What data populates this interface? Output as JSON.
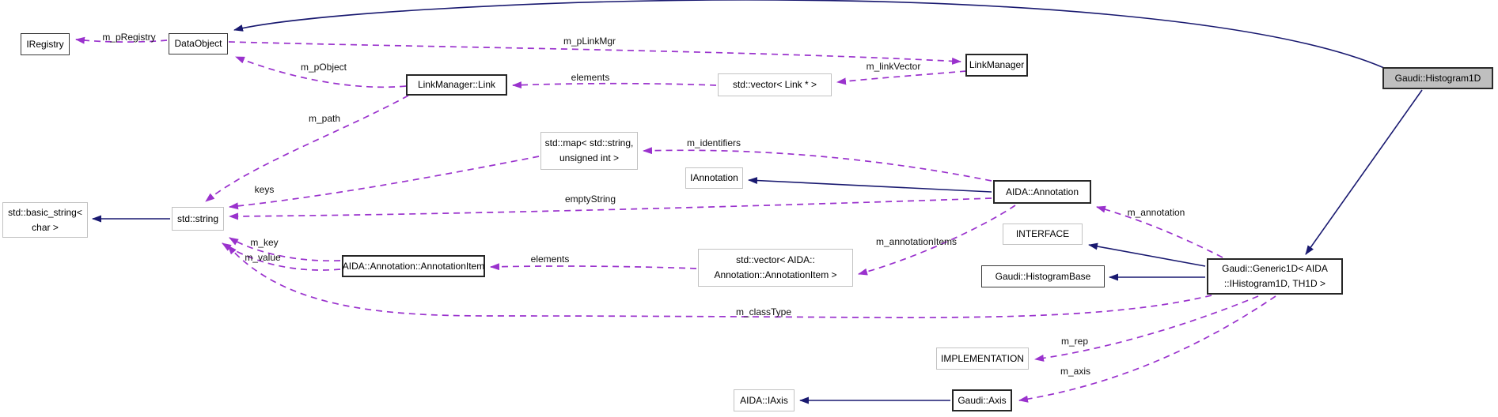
{
  "diagram": {
    "type": "class-collaboration-graph",
    "colors": {
      "usage_edge": "#9a32cd",
      "inheritance_edge": "#191970",
      "current_node_fill": "#bfbfbf",
      "node_background": "#ffffff",
      "text": "#000000"
    },
    "nodes": [
      {
        "id": "iregistry",
        "label": "IRegistry"
      },
      {
        "id": "dataobject",
        "label": "DataObject"
      },
      {
        "id": "linkmanager-link",
        "label": "LinkManager::Link"
      },
      {
        "id": "vector-link",
        "label": "std::vector< Link * >"
      },
      {
        "id": "linkmanager",
        "label": "LinkManager"
      },
      {
        "id": "histogram1d",
        "label": "Gaudi::Histogram1D"
      },
      {
        "id": "map-string-uint",
        "label": "std::map< std::string,\nunsigned int >"
      },
      {
        "id": "iannotation",
        "label": "IAnnotation"
      },
      {
        "id": "aida-annotation",
        "label": "AIDA::Annotation"
      },
      {
        "id": "interface",
        "label": "INTERFACE"
      },
      {
        "id": "histogrambase",
        "label": "Gaudi::HistogramBase"
      },
      {
        "id": "generic1d",
        "label": "Gaudi::Generic1D< AIDA\n::IHistogram1D, TH1D >"
      },
      {
        "id": "basic-string",
        "label": "std::basic_string<\nchar >"
      },
      {
        "id": "std-string",
        "label": "std::string"
      },
      {
        "id": "annotationitem",
        "label": "AIDA::Annotation::AnnotationItem"
      },
      {
        "id": "vector-annotationitem",
        "label": "std::vector< AIDA::\nAnnotation::AnnotationItem >"
      },
      {
        "id": "implementation",
        "label": "IMPLEMENTATION"
      },
      {
        "id": "aida-iaxis",
        "label": "AIDA::IAxis"
      },
      {
        "id": "gaudi-axis",
        "label": "Gaudi::Axis"
      }
    ],
    "edges": [
      {
        "label": "m_pRegistry",
        "type": "usage",
        "from": "DataObject",
        "to": "IRegistry"
      },
      {
        "label": "m_pLinkMgr",
        "type": "usage",
        "from": "DataObject",
        "to": "LinkManager"
      },
      {
        "label": "m_linkVector",
        "type": "usage",
        "from": "LinkManager",
        "to": "std::vector< Link * >"
      },
      {
        "label": "elements",
        "type": "usage",
        "from": "std::vector< Link * >",
        "to": "LinkManager::Link"
      },
      {
        "label": "m_pObject",
        "type": "usage",
        "from": "LinkManager::Link",
        "to": "DataObject"
      },
      {
        "label": "m_path",
        "type": "usage",
        "from": "LinkManager::Link",
        "to": "std::string"
      },
      {
        "label": "keys",
        "type": "usage",
        "from": "std::map< std::string, unsigned int >",
        "to": "std::string"
      },
      {
        "label": "m_identifiers",
        "type": "usage",
        "from": "AIDA::Annotation",
        "to": "std::map< std::string, unsigned int >"
      },
      {
        "label": "emptyString",
        "type": "usage",
        "from": "AIDA::Annotation",
        "to": "std::string"
      },
      {
        "label": "m_annotationItems",
        "type": "usage",
        "from": "AIDA::Annotation",
        "to": "std::vector< AIDA::Annotation::AnnotationItem >"
      },
      {
        "label": "m_annotation",
        "type": "usage",
        "from": "Gaudi::Generic1D< AIDA::IHistogram1D, TH1D >",
        "to": "AIDA::Annotation"
      },
      {
        "label": "elements",
        "type": "usage",
        "from": "std::vector< AIDA::Annotation::AnnotationItem >",
        "to": "AIDA::Annotation::AnnotationItem"
      },
      {
        "label": "m_key",
        "type": "usage",
        "from": "AIDA::Annotation::AnnotationItem",
        "to": "std::string"
      },
      {
        "label": "m_value",
        "type": "usage",
        "from": "AIDA::Annotation::AnnotationItem",
        "to": "std::string"
      },
      {
        "label": "m_classType",
        "type": "usage",
        "from": "Gaudi::Generic1D< AIDA::IHistogram1D, TH1D >",
        "to": "std::string"
      },
      {
        "label": "m_rep",
        "type": "usage",
        "from": "Gaudi::Generic1D< AIDA::IHistogram1D, TH1D >",
        "to": "IMPLEMENTATION"
      },
      {
        "label": "m_axis",
        "type": "usage",
        "from": "Gaudi::Generic1D< AIDA::IHistogram1D, TH1D >",
        "to": "Gaudi::Axis"
      },
      {
        "type": "inheritance",
        "from": "std::string",
        "to": "std::basic_string< char >"
      },
      {
        "type": "inheritance",
        "from": "AIDA::Annotation",
        "to": "IAnnotation"
      },
      {
        "type": "inheritance",
        "from": "Gaudi::Generic1D< AIDA::IHistogram1D, TH1D >",
        "to": "INTERFACE"
      },
      {
        "type": "inheritance",
        "from": "Gaudi::Generic1D< AIDA::IHistogram1D, TH1D >",
        "to": "Gaudi::HistogramBase"
      },
      {
        "type": "inheritance",
        "from": "Gaudi::Axis",
        "to": "AIDA::IAxis"
      },
      {
        "type": "inheritance",
        "from": "Gaudi::Histogram1D",
        "to": "DataObject"
      },
      {
        "type": "inheritance",
        "from": "Gaudi::Histogram1D",
        "to": "Gaudi::Generic1D< AIDA::IHistogram1D, TH1D >"
      }
    ]
  }
}
